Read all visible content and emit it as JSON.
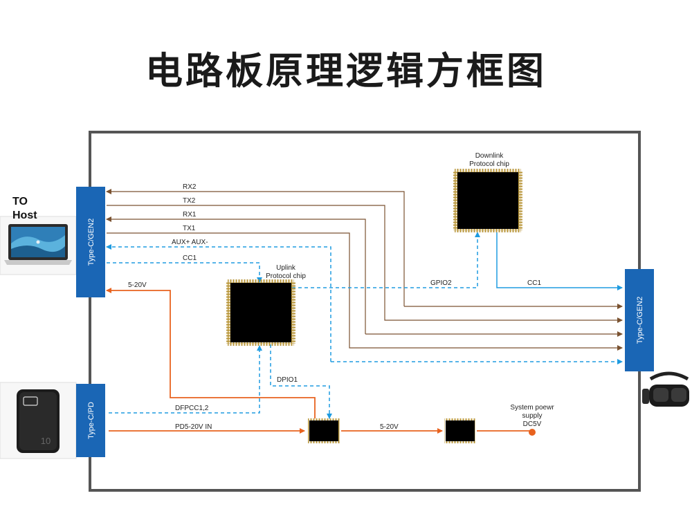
{
  "title": "电路板原理逻辑方框图",
  "host_label": [
    "TO",
    "Host"
  ],
  "ports": {
    "left_top": "Type-C/GEN2",
    "left_bottom": "Type-C/PD",
    "right": "Type-C/GEN2"
  },
  "chips": {
    "downlink": [
      "Downlink",
      "Protocol chip"
    ],
    "uplink": [
      "Uplink",
      "Protocol chip"
    ]
  },
  "signals": {
    "rx2": "RX2",
    "tx2": "TX2",
    "rx1": "RX1",
    "tx1": "TX1",
    "aux": "AUX+ AUX-",
    "cc1_left": "CC1",
    "v_5_20_left": "5-20V",
    "gpio2": "GPIO2",
    "cc1_right": "CC1",
    "dpio1": "DPIO1",
    "dfpcc": "DFPCC1,2",
    "pd_in": "PD5-20V IN",
    "v_5_20_mid": "5-20V"
  },
  "system_supply": [
    "System poewr",
    "supply",
    "DC5V"
  ],
  "colors": {
    "port_blue": "#1a66b5",
    "brown": "#7a5230",
    "blue_line": "#1e9be0",
    "orange": "#e8621e",
    "frame": "#555555"
  },
  "icons": {
    "laptop": "laptop-icon",
    "power_bank": "power-bank-icon",
    "vr_headset": "vr-headset-icon"
  },
  "power_bank_text": "10"
}
